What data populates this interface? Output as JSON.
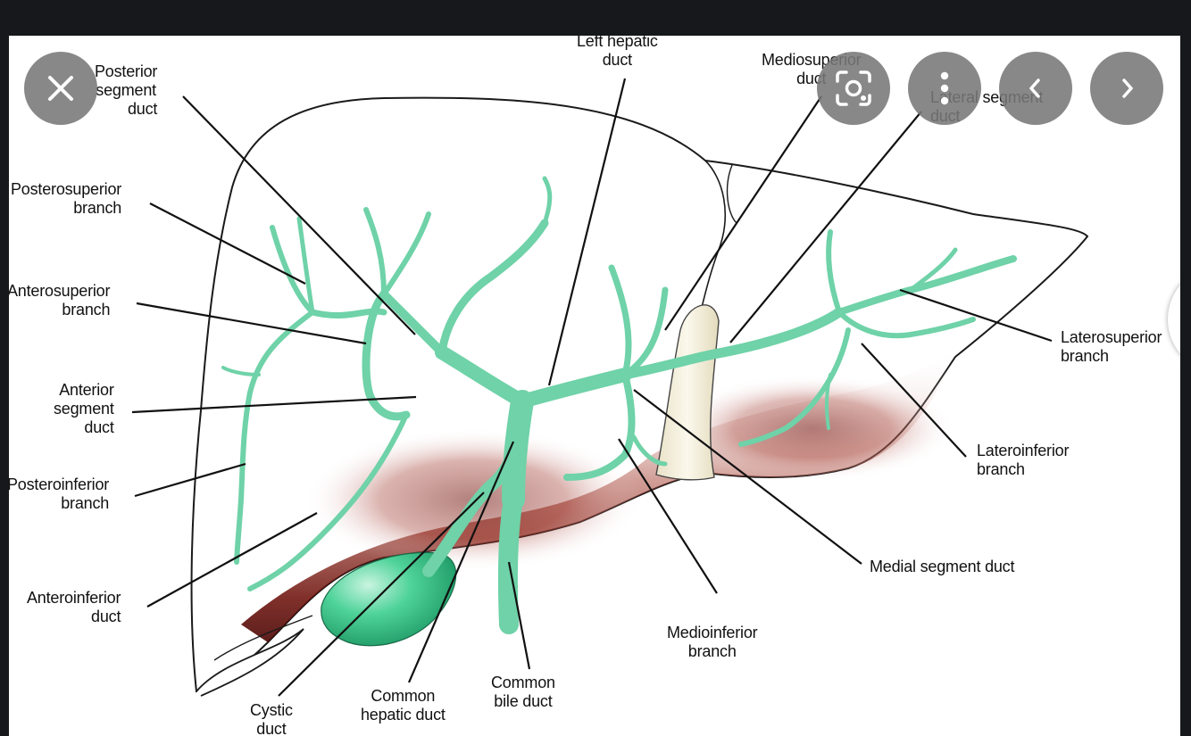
{
  "viewer": {
    "labels": {
      "posterior_segment_duct": [
        "Posterior",
        "segment",
        "duct"
      ],
      "posterosuperior_branch": [
        "Posterosuperior",
        "branch"
      ],
      "anterosuperior_branch": [
        "Anterosuperior",
        "branch"
      ],
      "anterior_segment_duct": [
        "Anterior",
        "segment",
        "duct"
      ],
      "posteroinferior_branch": [
        "Posteroinferior",
        "branch"
      ],
      "anteroinferior_duct": [
        "Anteroinferior",
        "duct"
      ],
      "cystic_duct": [
        "Cystic",
        "duct"
      ],
      "common_hepatic_duct": [
        "Common",
        "hepatic duct"
      ],
      "common_bile_duct": [
        "Common",
        "bile duct"
      ],
      "left_hepatic_duct": [
        "Left hepatic",
        "duct"
      ],
      "mediosuperior_duct": [
        "Mediosuperior",
        "duct"
      ],
      "lateral_segment_duct": [
        "Lateral segment",
        "duct"
      ],
      "laterosuperior_branch": [
        "Laterosuperior",
        "branch"
      ],
      "lateroinferior_branch": [
        "Lateroinferior",
        "branch"
      ],
      "medial_segment_duct": [
        "Medial segment duct"
      ],
      "medioinferior_branch": [
        "Medioinferior",
        "branch"
      ]
    }
  },
  "controls": {
    "close_icon": "close-icon",
    "lens_icon": "lens-search-icon",
    "more_icon": "more-vertical-icon",
    "prev_icon": "chevron-left-icon",
    "next_icon": "chevron-right-icon",
    "button_color": "#787878"
  },
  "colors": {
    "background": "#17181c",
    "duct": "#6fd2a8",
    "liver_shade": "#8b1a12",
    "gallbladder": "#3fbf8a"
  }
}
